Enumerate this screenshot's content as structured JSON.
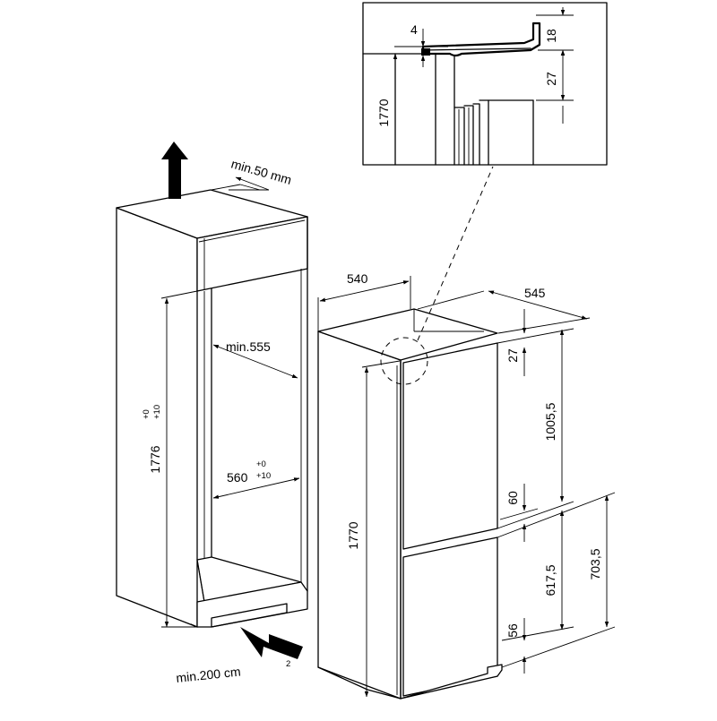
{
  "labels": {
    "min_top_gap": "min.50 mm",
    "niche_height": "1776",
    "niche_height_tol_upper": "+0",
    "niche_height_tol_lower": "+10",
    "niche_depth": "min.555",
    "niche_width": "560",
    "niche_width_tol_upper": "+0",
    "niche_width_tol_lower": "+10",
    "vent_area": "min.200 cm",
    "vent_area_exp": "2",
    "appliance_width": "540",
    "appliance_depth": "545",
    "appliance_height": "1770",
    "top_offset": "27",
    "upper_door": "1005,5",
    "door_gap": "60",
    "lower_door": "617,5",
    "lower_total": "703,5",
    "bottom_gap": "56",
    "detail_height": "1770",
    "detail_thickness": "4",
    "detail_top": "18",
    "detail_offset": "27"
  }
}
